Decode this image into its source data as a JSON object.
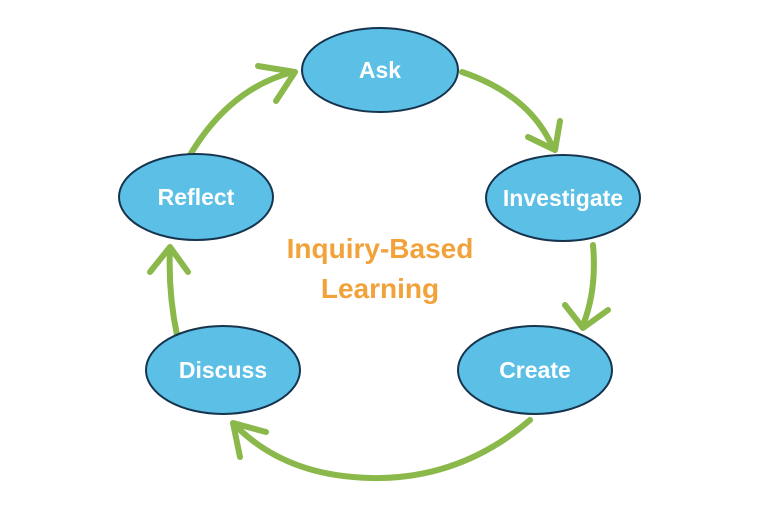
{
  "title": {
    "line1": "Inquiry-Based",
    "line2": "Learning"
  },
  "stages": [
    {
      "label": "Ask"
    },
    {
      "label": "Investigate"
    },
    {
      "label": "Create"
    },
    {
      "label": "Discuss"
    },
    {
      "label": "Reflect"
    }
  ],
  "colors": {
    "node_fill": "#5bbfe6",
    "node_stroke": "#16344d",
    "node_text": "#ffffff",
    "arrow": "#8ab84a",
    "title": "#f2a23a"
  }
}
